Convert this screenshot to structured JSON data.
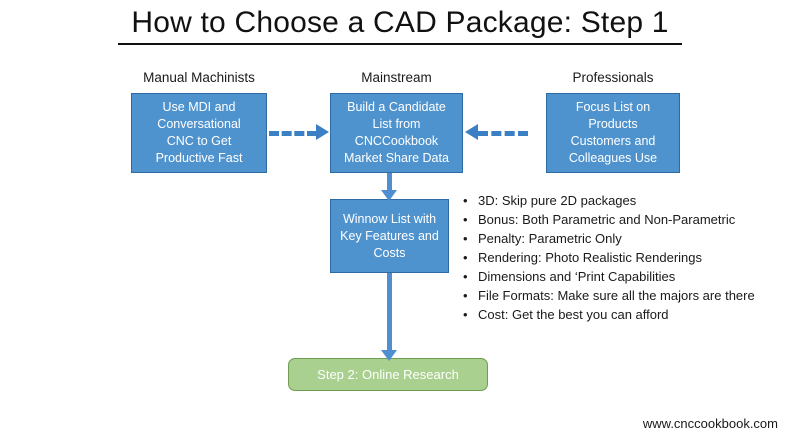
{
  "slide": {
    "title": "How to Choose a CAD Package: Step 1",
    "footer_url": "www.cnccookbook.com"
  },
  "colors": {
    "box_fill": "#4F93CE",
    "box_border": "#2F6BA3",
    "box_text": "#FFFFFF",
    "green_fill": "#A9D08E",
    "green_border": "#6F9C52",
    "connector": "#3B7FC4",
    "title_text": "#111111"
  },
  "columns": [
    {
      "caption": "Manual Machinists"
    },
    {
      "caption": "Mainstream"
    },
    {
      "caption": "Professionals"
    }
  ],
  "boxes": {
    "left": {
      "lines": [
        "Use MDI and",
        "Conversational",
        "CNC to Get",
        "Productive Fast"
      ]
    },
    "middle": {
      "lines": [
        "Build a Candidate",
        "List from",
        "CNCCookbook",
        "Market Share Data"
      ]
    },
    "right": {
      "lines": [
        "Focus List on",
        "Products",
        "Customers and",
        "Colleagues Use"
      ]
    },
    "winnow": {
      "lines": [
        "Winnow List with",
        "Key Features and",
        "Costs"
      ]
    },
    "next_step": {
      "label": "Step 2: Online Research"
    }
  },
  "criteria": {
    "bullet_glyph": "•",
    "items": [
      "3D: Skip pure 2D packages",
      "Bonus: Both Parametric and Non-Parametric",
      "Penalty:  Parametric Only",
      "Rendering:  Photo Realistic Renderings",
      "Dimensions and ‘Print Capabilities",
      "File Formats:  Make sure all the majors are there",
      "Cost:  Get the best you can afford"
    ]
  }
}
